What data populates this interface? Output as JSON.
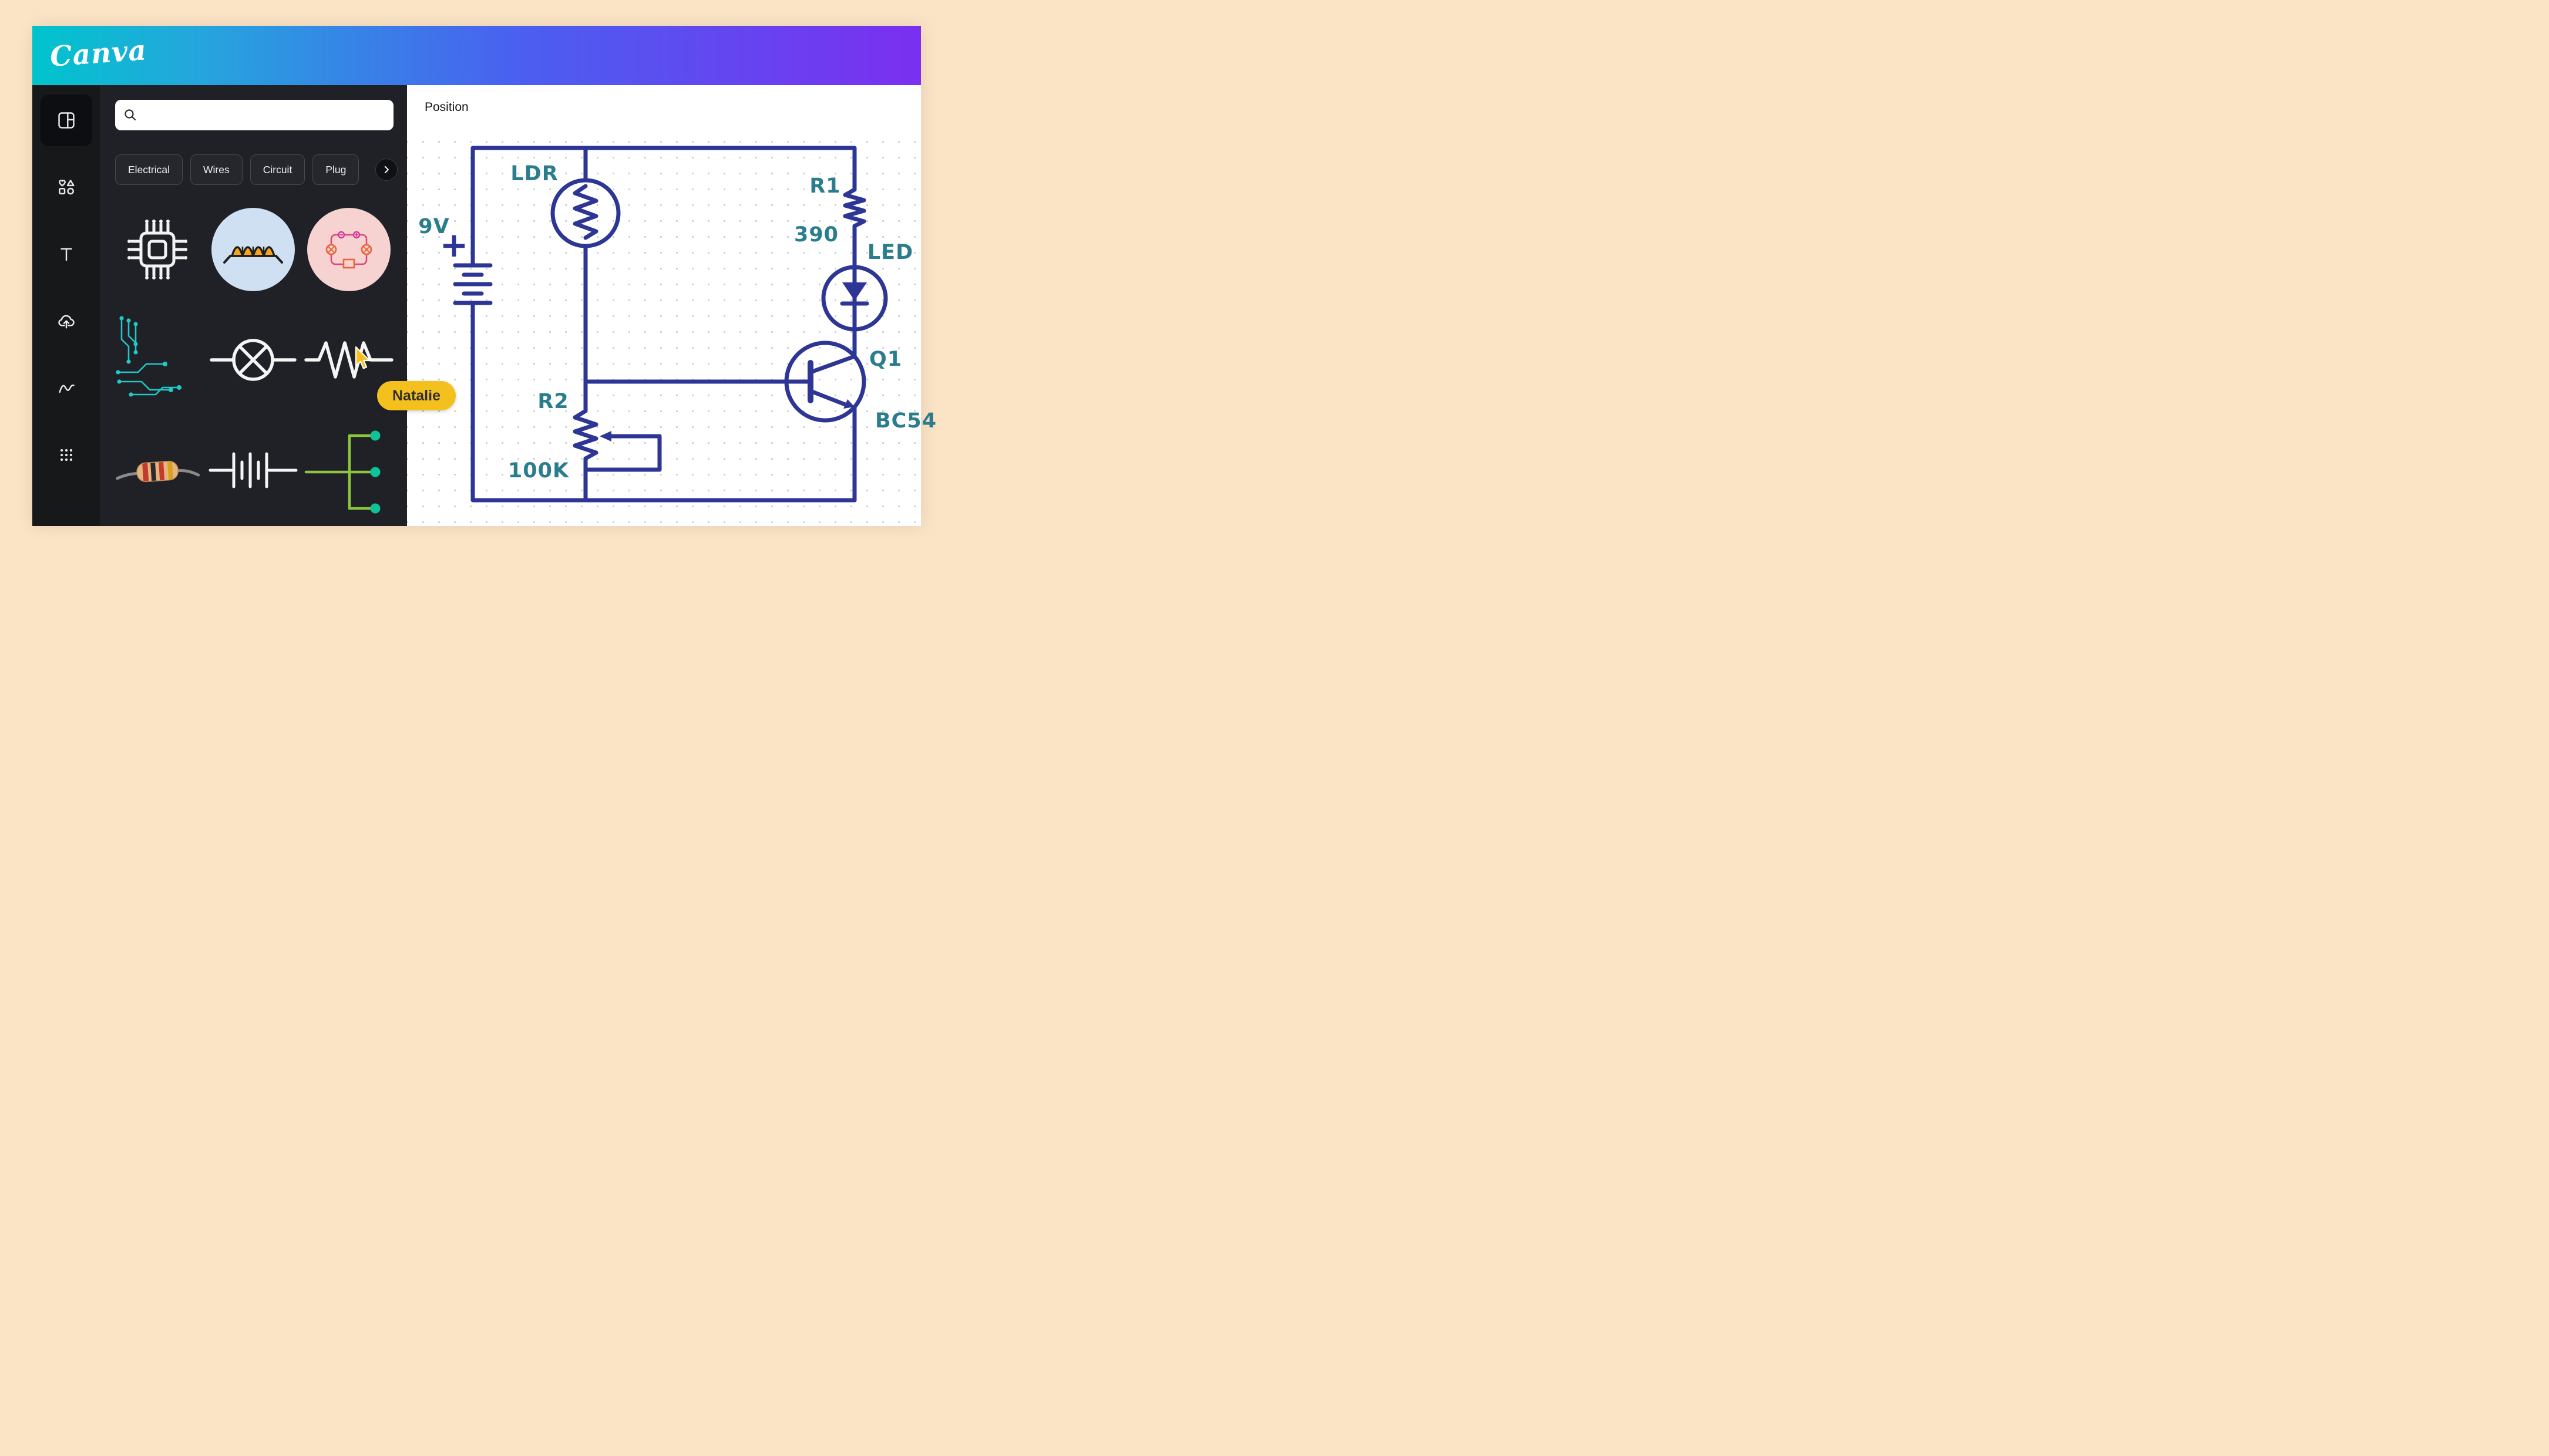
{
  "window": {
    "logo": "Canva"
  },
  "rail": {
    "items": [
      "design",
      "elements",
      "text",
      "uploads",
      "draw",
      "apps"
    ]
  },
  "panel": {
    "search": {
      "placeholder": "",
      "value": ""
    },
    "chips": [
      "Electrical",
      "Wires",
      "Circuit",
      "Plug"
    ],
    "collaborator": {
      "name": "Natalie"
    }
  },
  "canvas": {
    "toolbar": {
      "position": "Position"
    },
    "circuit_labels": {
      "supply_voltage": "9V",
      "supply_plus": "+",
      "ldr": "LDR",
      "r1": "R1",
      "r1_value": "390",
      "led": "LED",
      "q1": "Q1",
      "q1_part": "BC54",
      "r2": "R2",
      "r2_value": "100K"
    }
  },
  "colors": {
    "topbar_gradient_start": "#00c4cc",
    "topbar_gradient_end": "#7d2ae8",
    "wire": "#2d3695",
    "component_label": "#2a7d8d",
    "collaborator_cursor": "#f4c01e"
  }
}
